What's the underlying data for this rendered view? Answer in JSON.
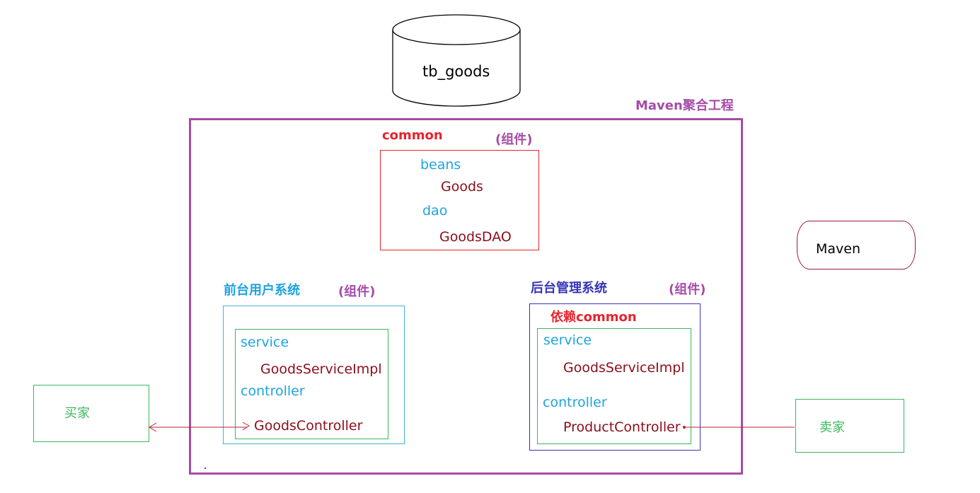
{
  "database": {
    "label": "tb_goods"
  },
  "maven_project": {
    "title": "Maven聚合工程"
  },
  "maven_box": {
    "label": "Maven"
  },
  "common": {
    "title": "common",
    "tag": "(组件)",
    "beans_label": "beans",
    "goods_label": "Goods",
    "dao_label": "dao",
    "goodsdao_label": "GoodsDAO"
  },
  "frontend": {
    "title": "前台用户系统",
    "tag": "(组件)",
    "service_label": "service",
    "service_impl": "GoodsServiceImpl",
    "controller_label": "controller",
    "controller_impl": "GoodsController"
  },
  "backend": {
    "title": "后台管理系统",
    "tag": "(组件)",
    "dependency": "依赖common",
    "service_label": "service",
    "service_impl": "GoodsServiceImpl",
    "controller_label": "controller",
    "controller_impl": "ProductController"
  },
  "buyer": {
    "label": "买家"
  },
  "seller": {
    "label": "卖家"
  },
  "colors": {
    "purple": "#a64ca8",
    "red": "#e8232d",
    "blue": "#1ea4e0",
    "dark_red": "#8b0d1a",
    "green": "#3cb85c",
    "teal": "#3fb8c8",
    "navy": "#3535b8",
    "connector": "#c0202a"
  }
}
